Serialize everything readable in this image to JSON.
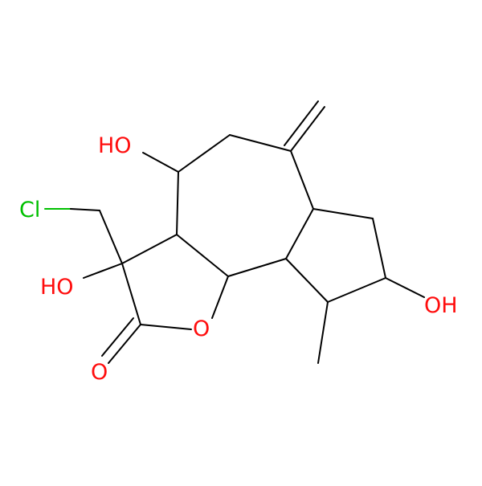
{
  "molecule": {
    "atom_labels": [
      {
        "id": "cl",
        "text": "Cl",
        "color": "#00c000"
      },
      {
        "id": "oh_top",
        "text": "HO",
        "color": "#ff0d0d"
      },
      {
        "id": "oh_left",
        "text": "HO",
        "color": "#ff0d0d"
      },
      {
        "id": "o_ring",
        "text": "O",
        "color": "#ff0d0d"
      },
      {
        "id": "o_carbonyl",
        "text": "O",
        "color": "#ff0d0d"
      },
      {
        "id": "oh_right",
        "text": "OH",
        "color": "#ff0d0d"
      }
    ],
    "bond_color": "#000000"
  }
}
